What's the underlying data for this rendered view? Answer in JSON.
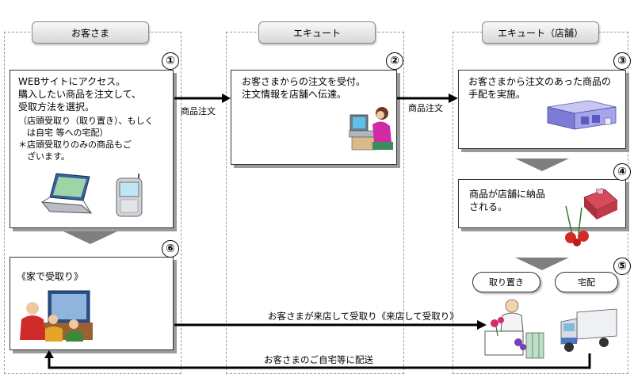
{
  "lanes": {
    "customer": "お客さま",
    "ecute": "エキュート",
    "store": "エキュート（店舗）"
  },
  "steps": {
    "s1": {
      "num": "①",
      "lines": [
        "WEBサイトにアクセス。",
        "購入したい商品を注文して、",
        "受取方法を選択。"
      ],
      "note_lines": [
        "（店頭受取り（取り置き）、もしく",
        "　は自宅 等への宅配）",
        "＊店頭受取りのみの商品もご",
        "　ざいます。"
      ]
    },
    "s2": {
      "num": "②",
      "lines": [
        "お客さまからの注文を受付。",
        "注文情報を店舗へ伝達。"
      ]
    },
    "s3": {
      "num": "③",
      "lines": [
        "お客さまから注文のあった商品の",
        "手配を実施。"
      ]
    },
    "s4": {
      "num": "④",
      "lines": [
        "商品が店舗に納品",
        "される。"
      ]
    },
    "s5": {
      "num": "⑤",
      "options": [
        "取り置き",
        "宅配"
      ]
    },
    "s6": {
      "num": "⑥",
      "label": "《家で受取り》"
    }
  },
  "flows": {
    "order1": "商品注文",
    "order2": "商品注文",
    "pickup": "お客さまが来店して受取り《来店して受取り》",
    "delivery": "お客さまのご自宅等に配送"
  },
  "colors": {
    "arrow": "#000000",
    "down_arrow": "#7f7f7f",
    "lane_border": "#9a9a9a"
  }
}
